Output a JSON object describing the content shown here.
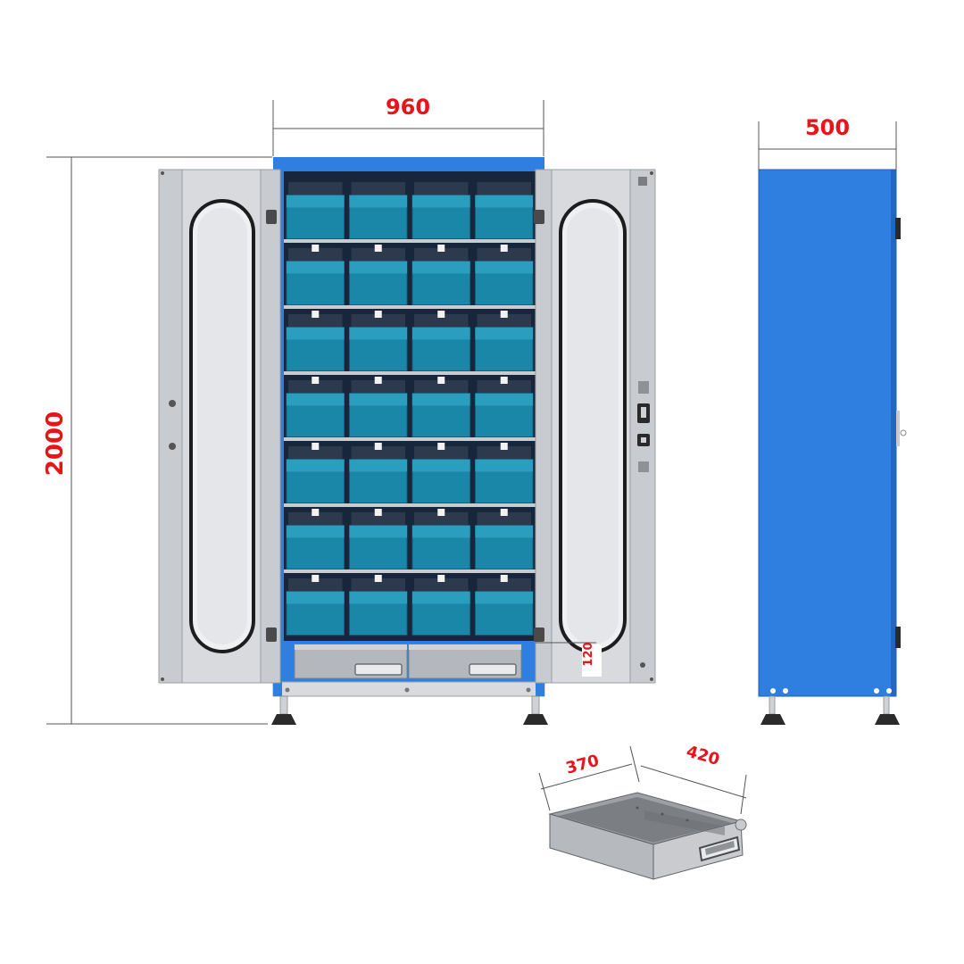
{
  "dimensions": {
    "width": "960",
    "height": "2000",
    "depth": "500",
    "drawer_height": "120",
    "drawer_width": "370",
    "drawer_depth": "420"
  },
  "cabinet": {
    "shelf_rows": 7,
    "bins_per_row": 4,
    "drawers": 2
  },
  "colors": {
    "dimension_text": "#e8141a",
    "dimension_line": "#555555",
    "cabinet_blue": "#2e7fe0",
    "cabinet_blue_dark": "#1e5fb8",
    "bin_teal": "#1a86a8",
    "bin_teal_dark": "#0f5f7d",
    "back_panel": "#18263c",
    "door_grey": "#c8cbcf",
    "door_grey_light": "#d8dadd",
    "drawer_grey": "#b4b7bb"
  }
}
